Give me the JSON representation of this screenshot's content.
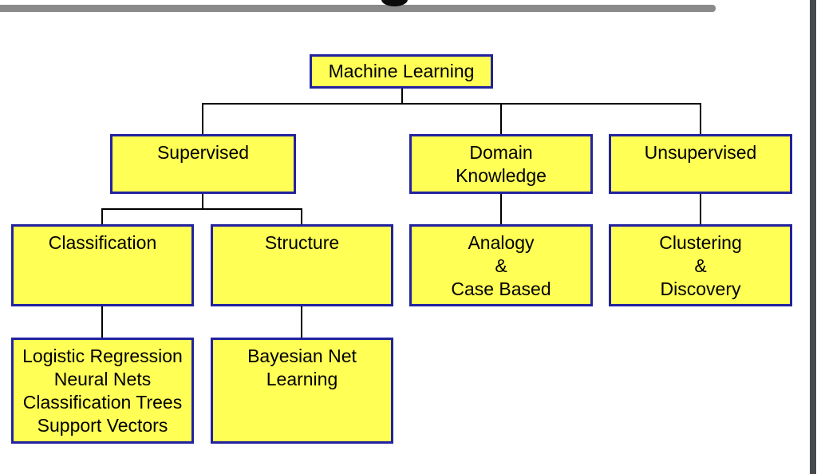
{
  "page": {
    "background": "#ffffff",
    "top_rule_color": "#8a8a8a",
    "right_strip_color": "#46494d",
    "node_fill_color": "#ffff55",
    "node_border_color": "#2222a0",
    "connector_color": "#000000",
    "text_color": "#000000"
  },
  "diagram": {
    "type": "hierarchy-tree",
    "nodes": {
      "machine_learning": {
        "lines": [
          "Machine Learning"
        ]
      },
      "supervised": {
        "lines": [
          "Supervised"
        ]
      },
      "domain_knowledge": {
        "lines": [
          "Domain",
          "Knowledge"
        ]
      },
      "unsupervised": {
        "lines": [
          "Unsupervised"
        ]
      },
      "classification": {
        "lines": [
          "Classification"
        ]
      },
      "structure": {
        "lines": [
          "Structure"
        ]
      },
      "analogy_case_based": {
        "lines": [
          "Analogy",
          "&",
          "Case Based"
        ]
      },
      "clustering_discovery": {
        "lines": [
          "Clustering",
          "&",
          "Discovery"
        ]
      },
      "classification_methods": {
        "lines": [
          "Logistic Regression",
          "Neural Nets",
          "Classification Trees",
          "Support Vectors"
        ]
      },
      "bayesian_net": {
        "lines": [
          "Bayesian Net",
          "Learning"
        ]
      }
    },
    "edges": [
      [
        "machine_learning",
        "supervised"
      ],
      [
        "machine_learning",
        "domain_knowledge"
      ],
      [
        "machine_learning",
        "unsupervised"
      ],
      [
        "supervised",
        "classification"
      ],
      [
        "supervised",
        "structure"
      ],
      [
        "domain_knowledge",
        "analogy_case_based"
      ],
      [
        "unsupervised",
        "clustering_discovery"
      ],
      [
        "classification",
        "classification_methods"
      ],
      [
        "structure",
        "bayesian_net"
      ]
    ]
  }
}
